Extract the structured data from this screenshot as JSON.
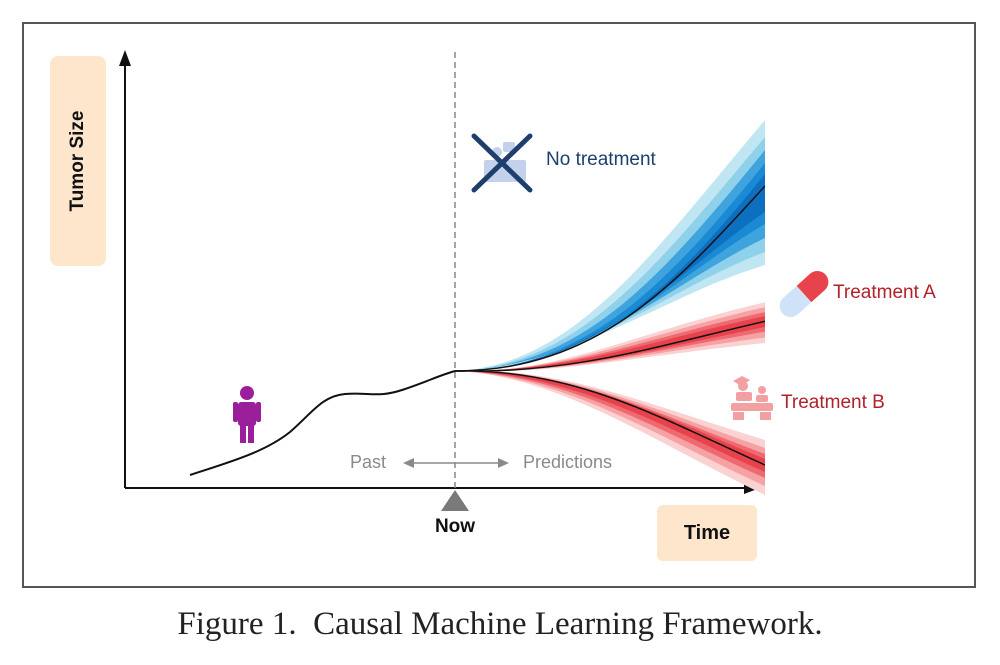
{
  "figure": {
    "caption": "Figure 1.  Causal Machine Learning Framework."
  },
  "axes": {
    "y_label": "Tumor Size",
    "x_label": "Time",
    "now_label": "Now"
  },
  "timeline": {
    "past_label": "Past",
    "predictions_label": "Predictions"
  },
  "scenarios": {
    "no_treatment": {
      "label": "No treatment",
      "color": "#1e3f6e",
      "band_color": "#1a8ad4"
    },
    "treatment_a": {
      "label": "Treatment A",
      "color": "#b2202a",
      "band_color": "#e8424c"
    },
    "treatment_b": {
      "label": "Treatment B",
      "color": "#b2202a",
      "band_color": "#e8424c"
    }
  },
  "icons": {
    "patient": "person-icon",
    "no_treatment": "crossed-out-treatment-icon",
    "treatment_a": "pill-capsule-icon",
    "treatment_b": "surgery-icon"
  },
  "colors": {
    "axis": "#111111",
    "label_box": "#fde6cc",
    "patient": "#9b1f9b",
    "divider": "#888888",
    "past_arrow": "#8a8a8a",
    "now_marker": "#7a7a7a"
  }
}
